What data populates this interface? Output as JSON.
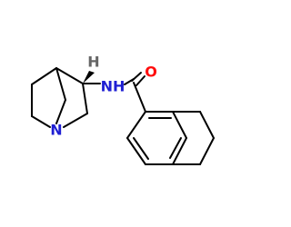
{
  "molecule": {
    "atom_labels": {
      "n_ring": "N",
      "nh": "NH",
      "o": "O",
      "h": "H"
    },
    "colors": {
      "bond": "#000000",
      "nitrogen": "#1f1fd3",
      "oxygen": "#ff0d0d",
      "hydrogen": "#666666",
      "background": "#ffffff"
    }
  }
}
